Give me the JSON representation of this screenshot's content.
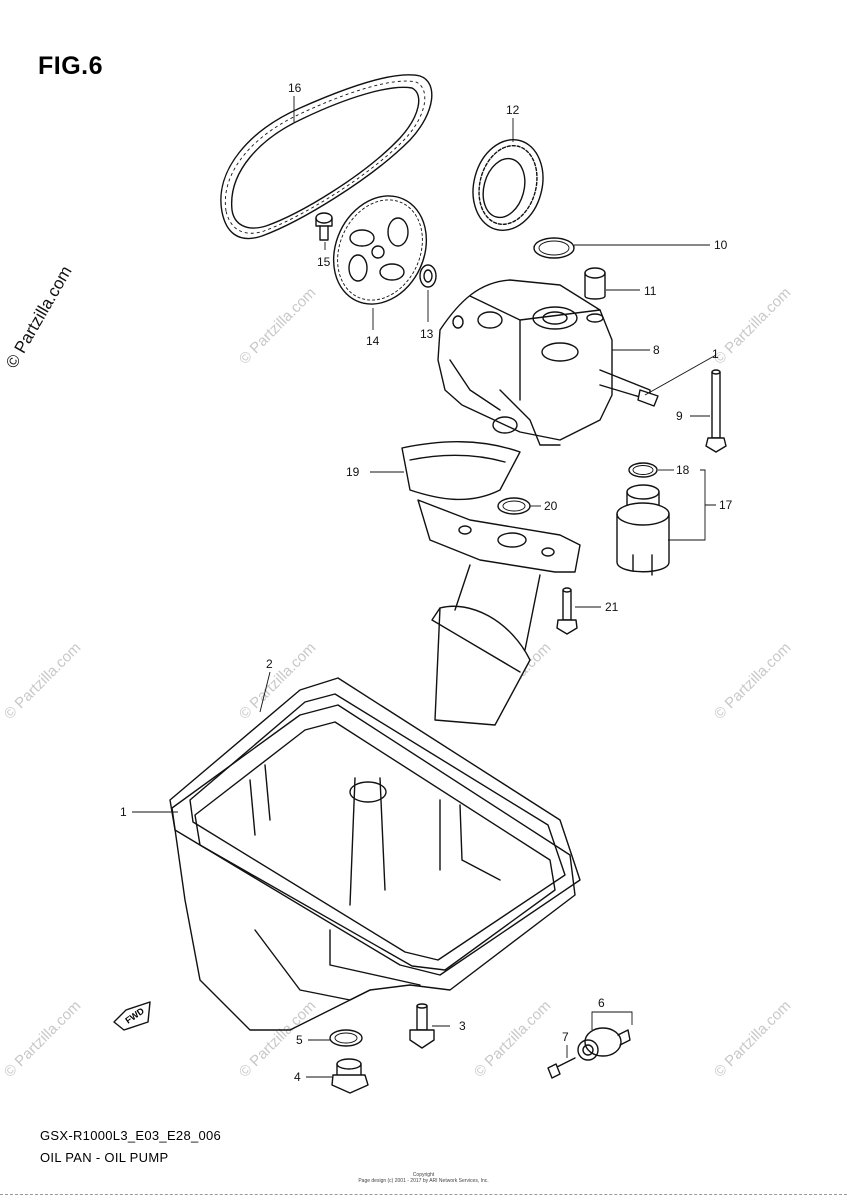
{
  "figure": {
    "title": "FIG.6",
    "code": "GSX-R1000L3_E03_E28_006",
    "name": "OIL PAN - OIL PUMP"
  },
  "watermark": {
    "main": "© Partzilla.com",
    "repeat": "© Partzilla.com"
  },
  "copyright": {
    "line1": "Copyright",
    "line2": "Page design (c) 2001 - 2017 by ARI Network Services, Inc."
  },
  "fwd_label": "FWD",
  "callouts": [
    "1",
    "2",
    "3",
    "4",
    "5",
    "6",
    "7",
    "8",
    "9",
    "10",
    "11",
    "12",
    "13",
    "14",
    "15",
    "16",
    "17",
    "18",
    "19",
    "20",
    "21"
  ],
  "colors": {
    "line": "#111111",
    "watermark": "#c8c8c8",
    "background": "#ffffff"
  }
}
